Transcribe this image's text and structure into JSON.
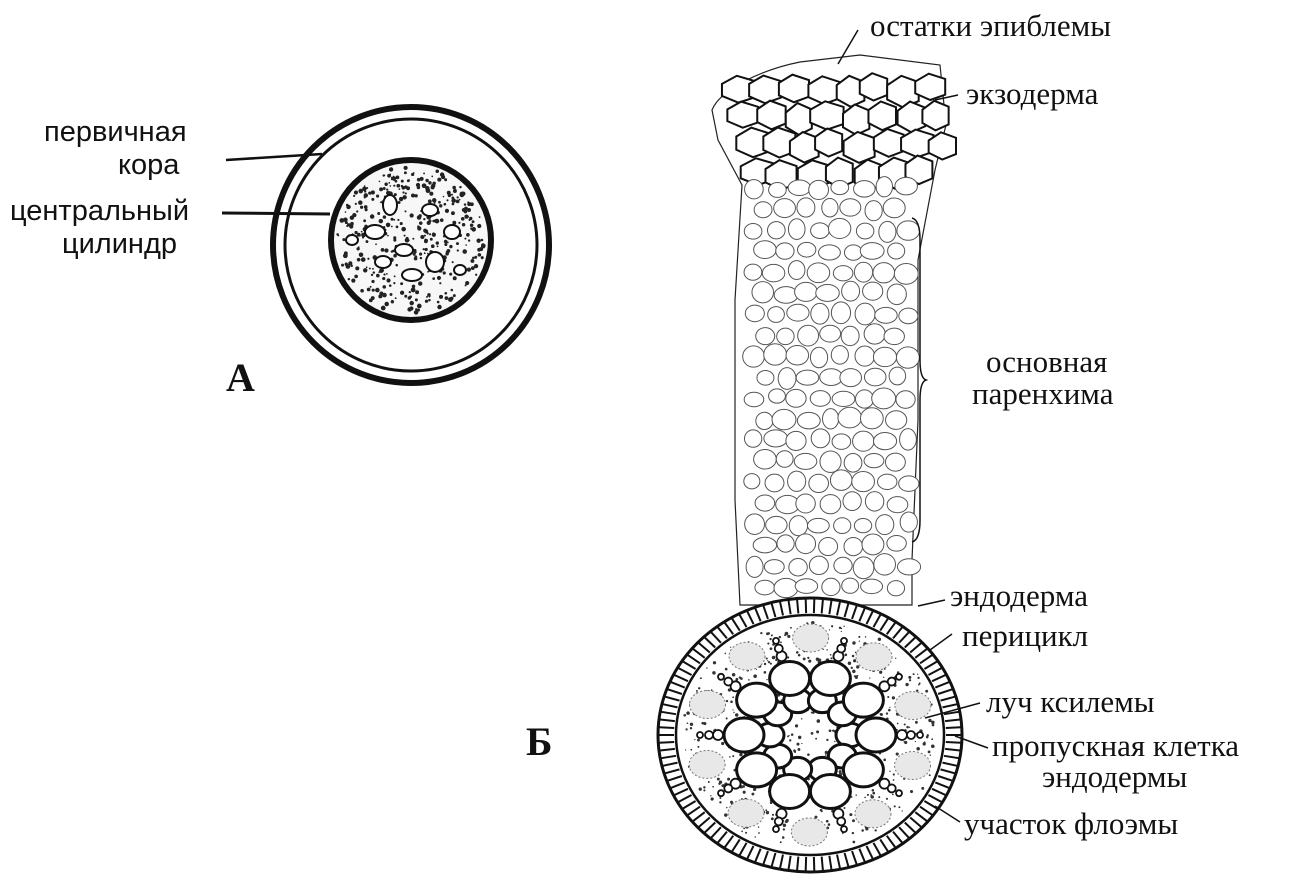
{
  "figure_a": {
    "letter": "А",
    "labels": {
      "cortex_1": "первичная",
      "cortex_2": "кора",
      "cylinder_1": "центральный",
      "cylinder_2": "цилиндр"
    }
  },
  "figure_b": {
    "letter": "Б",
    "labels": {
      "epiblema": "остатки эпиблемы",
      "exodermis": "экзодерма",
      "parenchyma_1": "основная",
      "parenchyma_2": "паренхима",
      "endodermis": "эндодерма",
      "pericycle": "перицикл",
      "xylem_ray": "луч ксилемы",
      "passage_cell_1": "пропускная клетка",
      "passage_cell_2": "эндодермы",
      "phloem": "участок флоэмы"
    }
  },
  "colors": {
    "ink": "#111111",
    "background": "#ffffff"
  }
}
